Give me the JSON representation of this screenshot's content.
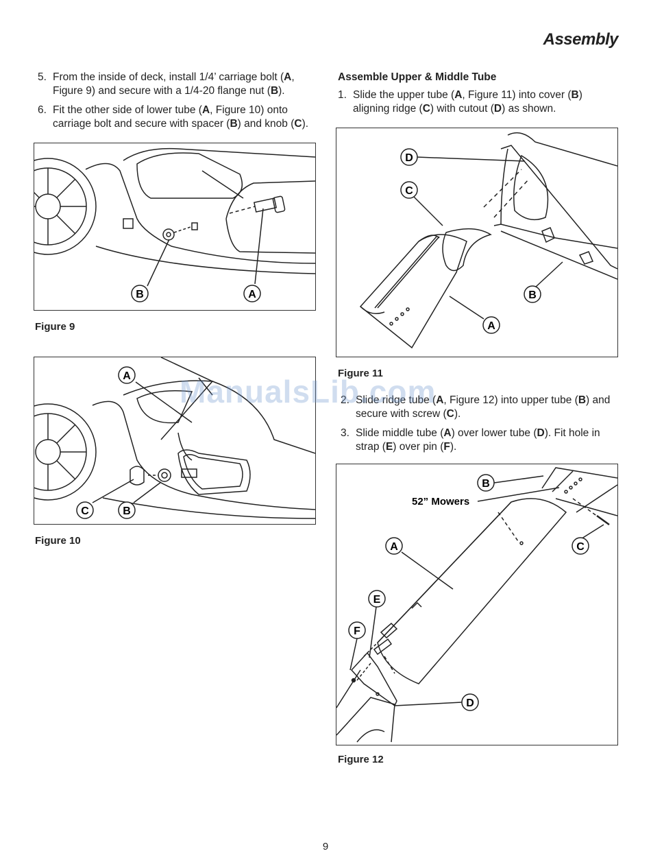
{
  "header": {
    "section": "Assembly"
  },
  "left_steps": [
    {
      "num": "5.",
      "parts": [
        "From the inside of deck, install 1/4’ carriage bolt (",
        "A",
        ", Figure 9) and secure with a 1/4-20 flange nut (",
        "B",
        ")."
      ]
    },
    {
      "num": "6.",
      "parts": [
        "Fit the other side of lower tube (",
        "A",
        ", Figure 10) onto carriage bolt and secure with spacer (",
        "B",
        ") and knob (",
        "C",
        ")."
      ]
    }
  ],
  "right": {
    "subheading": "Assemble Upper & Middle Tube",
    "steps": [
      {
        "num": "1.",
        "parts": [
          "Slide the upper tube (",
          "A",
          ", Figure 11) into cover (",
          "B",
          ") aligning ridge (",
          "C",
          ") with cutout (",
          "D",
          ") as shown."
        ]
      }
    ],
    "steps2": [
      {
        "num": "2.",
        "parts": [
          "Slide ridge tube (",
          "A",
          ", Figure 12) into upper tube (",
          "B",
          ") and secure with screw (",
          "C",
          ")."
        ]
      },
      {
        "num": "3.",
        "parts": [
          "Slide middle tube (",
          "A",
          ") over lower tube (",
          "D",
          "). Fit hole in strap (",
          "E",
          ") over pin (",
          "F",
          ")."
        ]
      }
    ]
  },
  "figures": {
    "fig9": {
      "caption": "Figure 9",
      "callouts": [
        "B",
        "A"
      ]
    },
    "fig10": {
      "caption": "Figure 10",
      "callouts": [
        "A",
        "C",
        "B"
      ]
    },
    "fig11": {
      "caption": "Figure 11",
      "callouts": [
        "D",
        "C",
        "B",
        "A"
      ]
    },
    "fig12": {
      "caption": "Figure 12",
      "label": "52” Mowers",
      "callouts": [
        "B",
        "C",
        "A",
        "E",
        "F",
        "D"
      ]
    }
  },
  "watermark": "ManualsLib.com",
  "page_number": "9"
}
